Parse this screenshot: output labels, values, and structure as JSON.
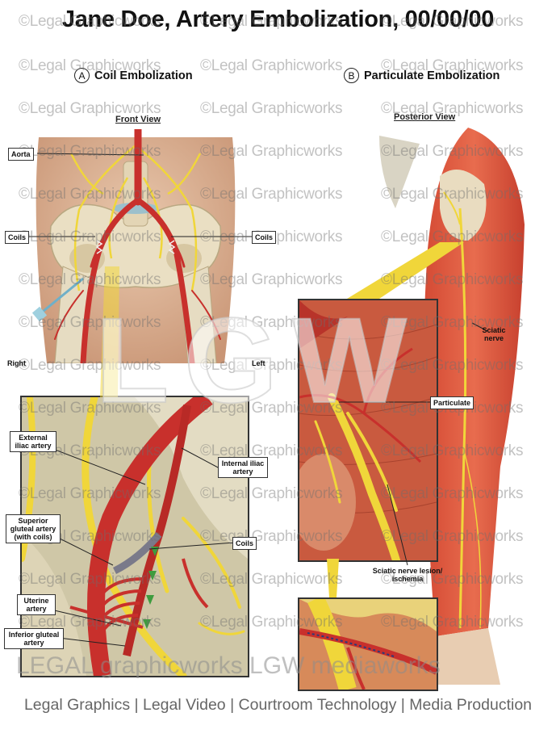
{
  "title": "Jane Doe, Artery Embolization, 00/00/00",
  "section_a": {
    "letter": "A",
    "label": "Coil Embolization"
  },
  "section_b": {
    "letter": "B",
    "label": "Particulate Embolization"
  },
  "front_view": "Front View",
  "posterior_view": "Posterior View",
  "labels": {
    "aorta": "Aorta",
    "coils_left": "Coils",
    "coils_right": "Coils",
    "right": "Right",
    "left": "Left",
    "external_iliac": "External iliac artery",
    "internal_iliac": "Internal iliac artery",
    "superior_gluteal": "Superior gluteal artery (with coils)",
    "coils_detail": "Coils",
    "uterine": "Uterine artery",
    "inferior_gluteal": "Inferior gluteal artery",
    "particulate": "Particulate",
    "sciatic_nerve": "Sciatic nerve",
    "sciatic_lesion": "Sciatic nerve lesion/ ischemia"
  },
  "watermark": "©Legal Graphicworks",
  "big_logo": "LGW",
  "footer_mark": "LEGAL graphicworks  LGW mediaworks",
  "footer": "Legal Graphics | Legal Video | Courtroom Technology | Media Production",
  "colors": {
    "artery": "#c8302c",
    "nerve": "#f0d63a",
    "muscle": "#c9553f",
    "bone": "#e8dcc0",
    "skin": "#e0b89a"
  }
}
